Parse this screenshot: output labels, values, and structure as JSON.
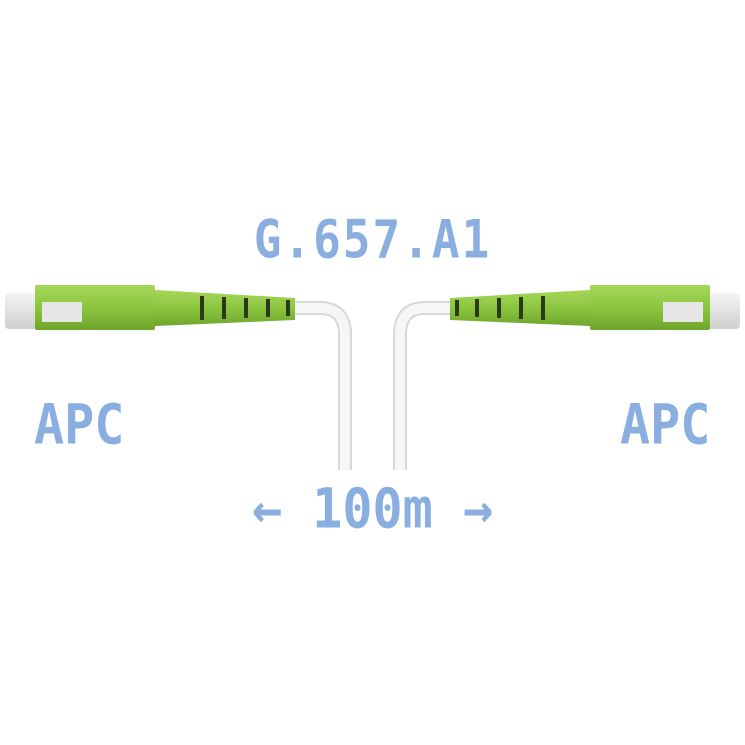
{
  "title": "G.657.A1",
  "left_label": "APC",
  "right_label": "APC",
  "length": {
    "arrow_left": "←",
    "value": "100m",
    "arrow_right": "→"
  },
  "colors": {
    "text": "#8aaee0",
    "connector_green": "#8cc63f",
    "boot_dark": "#2a3a1a",
    "cable": "#f2f2f2"
  }
}
